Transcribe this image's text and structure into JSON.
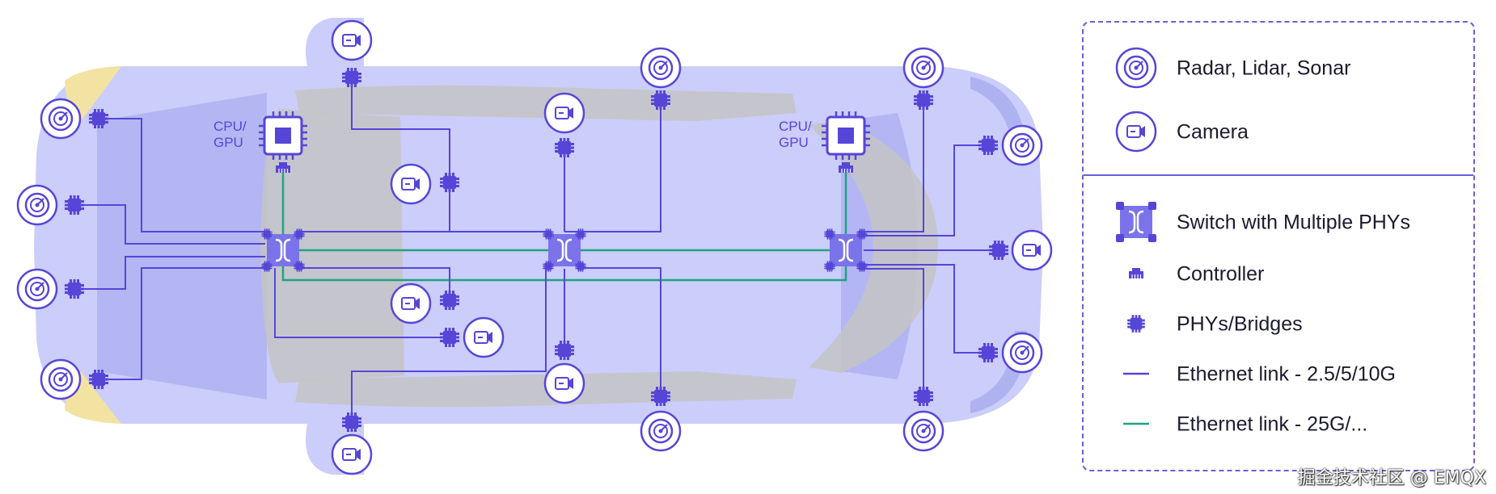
{
  "diagram": {
    "cpu_label_line1": "CPU/",
    "cpu_label_line2": "GPU"
  },
  "legend": {
    "items": [
      {
        "icon": "radar-icon",
        "label": "Radar, Lidar, Sonar"
      },
      {
        "icon": "camera-icon",
        "label": "Camera"
      },
      {
        "icon": "switch-icon",
        "label": "Switch with Multiple PHYs"
      },
      {
        "icon": "controller-icon",
        "label": "Controller"
      },
      {
        "icon": "phy-bridge-icon",
        "label": "PHYs/Bridges"
      },
      {
        "icon": "ethernet-link-icon",
        "label": "Ethernet link - 2.5/5/10G"
      },
      {
        "icon": "ethernet-link-fast-icon",
        "label": "Ethernet link - 25G/..."
      }
    ]
  },
  "colors": {
    "purple": "#5546d8",
    "green": "#1fa37f",
    "car_body": "#cbcdfa",
    "glass": "#bcbcbc",
    "headlight": "#f3e3a3"
  },
  "watermark": "掘金技术社区 @ EMQX"
}
